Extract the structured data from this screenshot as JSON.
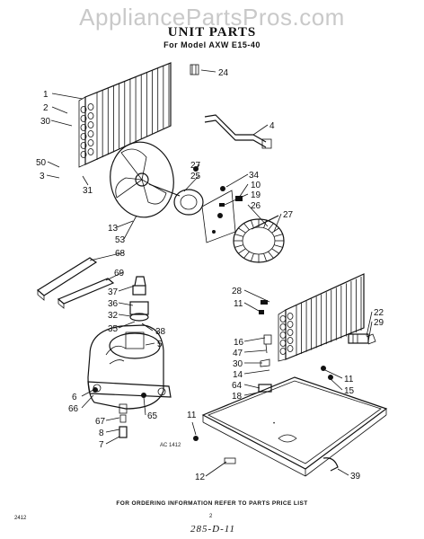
{
  "watermark": "AppliancePartsPros.com",
  "title": "UNIT PARTS",
  "model_line": "For Model AXW E15-40",
  "callouts": [
    "1",
    "2",
    "30",
    "50",
    "3",
    "31",
    "24",
    "4",
    "27",
    "25",
    "34",
    "10",
    "19",
    "26",
    "13",
    "53",
    "68",
    "27",
    "69",
    "37",
    "36",
    "32",
    "35",
    "38",
    "5",
    "28",
    "11",
    "22",
    "29",
    "16",
    "47",
    "30",
    "14",
    "64",
    "18",
    "11",
    "15",
    "6",
    "66",
    "67",
    "8",
    "7",
    "65",
    "11",
    "12",
    "39"
  ],
  "inline_label": "AC 1412",
  "footer": "FOR ORDERING INFORMATION REFER TO PARTS PRICE LIST",
  "bottom_code": "2412",
  "page_number": "2",
  "handwritten": "285-D-11"
}
